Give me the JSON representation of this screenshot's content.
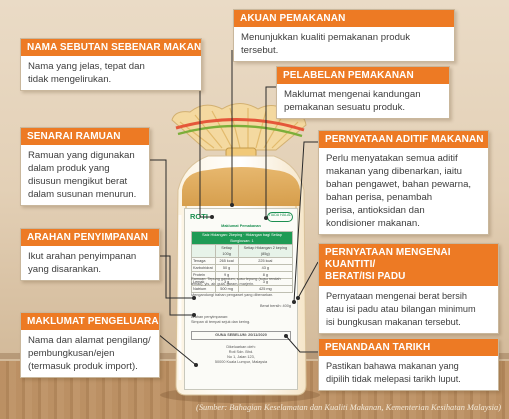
{
  "panels": {
    "nama": {
      "title": "NAMA SEBUTAN SEBENAR MAKANAN",
      "lines": [
        "Nama yang jelas, tepat dan",
        "tidak mengelirukan."
      ]
    },
    "ramuan": {
      "title": "SENARAI RAMUAN",
      "lines": [
        "Ramuan yang digunakan",
        "dalam produk yang",
        "disusun mengikut berat",
        "dalam susunan menurun."
      ]
    },
    "simpan": {
      "title": "ARAHAN PENYIMPANAN",
      "lines": [
        "Ikut arahan penyimpanan",
        "yang disarankan."
      ]
    },
    "pengeluaran": {
      "title": "MAKLUMAT PENGELUARAN",
      "lines": [
        "Nama dan alamat pengilang/",
        "pembungkusan/ejen",
        "(termasuk produk import)."
      ]
    },
    "akuan": {
      "title": "AKUAN PEMAKANAN",
      "lines": [
        "Menunjukkan kualiti pemakanan produk tersebut."
      ]
    },
    "pelabelan": {
      "title": "PELABELAN PEMAKANAN",
      "lines": [
        "Maklumat mengenai kandungan",
        "pemakanan sesuatu produk."
      ]
    },
    "aditif": {
      "title": "PERNYATAAN ADITIF MAKANAN",
      "lines": [
        "Perlu menyatakan semua aditif",
        "makanan yang dibenarkan, iaitu",
        "bahan pengawet, bahan pewarna,",
        "bahan perisa, penambah",
        "perisa, antioksidan dan",
        "kondisioner makanan."
      ]
    },
    "kuantiti": {
      "title_lines": [
        "PERNYATAAN MENGENAI KUANTITI/",
        "BERAT/ISI PADU"
      ],
      "lines": [
        "Pernyataan mengenai berat bersih",
        "atau isi padu atau bilangan minimum",
        "isi bungkusan makanan tersebut."
      ]
    },
    "tarikh": {
      "title": "PENANDAAN TARIKH",
      "lines": [
        "Pastikan bahawa makanan yang",
        "dipilih tidak melepasi tarikh luput."
      ]
    }
  },
  "label": {
    "title": "ROTI",
    "halal": "TIADA HALAL",
    "nutrition_header": [
      "Maklumat Pemakanan",
      "Saiz Hidangan: 2keping",
      "Hidangan bagi Setiap Bungkusan: 1"
    ],
    "table": {
      "columns": [
        "",
        "Setiap 100g",
        "Setiap Hidangan 2 keping (85g)"
      ],
      "rows": [
        [
          "Tenaga",
          "265 kcal",
          "225 kcal"
        ],
        [
          "Karbohidrat",
          "50 g",
          "43 g"
        ],
        [
          "Protein",
          "9 g",
          "8 g"
        ],
        [
          "Lemak",
          "3 g",
          "3 g"
        ],
        [
          "Natrium",
          "500 mg",
          "425 mg"
        ]
      ]
    },
    "ingredients": "Ramuan: Tepung gandum, susu tepung (susu rendah lemak), yis, air, gula, garam, marjerin.",
    "additives": "Mengandungi bahan pengawet yang dibenarkan.",
    "weight": "Berat bersih: 400g",
    "storage": [
      "Arahan penyimpanan:",
      "Simpan di tempat sejuk dan kering."
    ],
    "expiry": "GUNA SEBELUM: 20/11/2020",
    "maker": [
      "Dikeluarkan oleh:",
      "Roti Sdn. Bhd.",
      "No 1, Jalan 123,",
      "50000 Kuala Lumpur, Malaysia"
    ]
  },
  "credit": "(Sumber: Bahagian Keselamatan dan Kualiti Makanan, Kementerian Kesihatan Malaysia)",
  "colors": {
    "accent": "#ed7a24",
    "label_green": "#1e9b55",
    "line": "#2a2a2a"
  }
}
